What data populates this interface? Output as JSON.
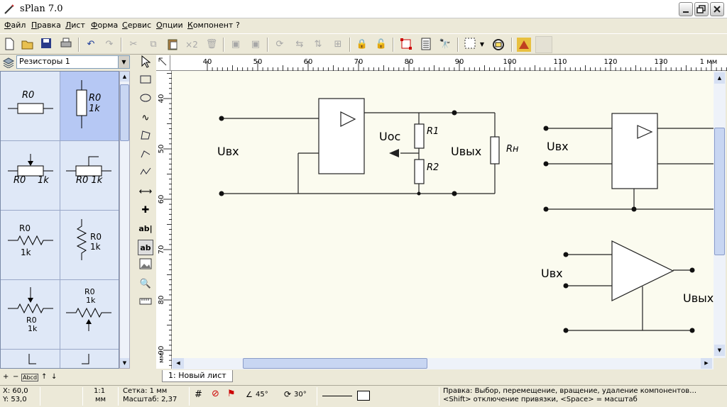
{
  "app": {
    "title": "sPlan 7.0"
  },
  "menu": [
    "Файл",
    "Правка",
    "Лист",
    "Форма",
    "Сервис",
    "Опции",
    "Компонент",
    "?"
  ],
  "toolbar": {
    "icons": [
      "new-icon",
      "open-icon",
      "save-icon",
      "print-icon",
      "undo-icon",
      "redo-icon",
      "cut-icon",
      "copy-icon",
      "paste-icon",
      "duplicate-icon",
      "delete-icon",
      "to-front-icon",
      "to-back-icon",
      "rotate-icon",
      "mirror-h-icon",
      "mirror-v-icon",
      "group-icon",
      "lock-icon",
      "unlock-icon",
      "fit-icon",
      "list-icon",
      "find-icon",
      "grid-icon",
      "zoom-icon",
      "color-icon"
    ],
    "dup_label": "×2"
  },
  "library": {
    "selected": "Резисторы 1"
  },
  "palette": {
    "labels": {
      "r0": "R0",
      "r0_1k_a": "R0",
      "r0_1k_b": "1k",
      "pot1_a": "R0",
      "pot1_b": "1k",
      "pot2": "R0 1k",
      "zig_a": "R0",
      "zig_b": "1k",
      "zigv_a": "R0",
      "zigv_b": "1k",
      "zpot_a": "R0",
      "zpot_b": "1k",
      "zpot2_a": "R0",
      "zpot2_b": "1k"
    },
    "footer": "Abcd"
  },
  "ruler": {
    "h": [
      "40",
      "50",
      "60",
      "70",
      "80",
      "90",
      "100",
      "110",
      "120",
      "130",
      "1 мм"
    ],
    "v": [
      "40",
      "50",
      "60",
      "70",
      "80",
      "90"
    ],
    "v_unit": "мм"
  },
  "schematic": {
    "uin": "Uвх",
    "uout": "Uвых",
    "uos": "Uос",
    "r1": "R1",
    "r2": "R2",
    "rn": "Rн"
  },
  "tabs": [
    {
      "label": "1: Новый лист"
    }
  ],
  "status": {
    "x": "X: 60,0",
    "y": "Y: 53,0",
    "scale_a": "1:1",
    "scale_b": "мм",
    "grid": "Сетка: 1 мм",
    "zoom": "Масштаб:  2,37",
    "angle1": "45°",
    "angle2": "30°",
    "hint1": "Правка: Выбор, перемещение, вращение, удаление компонентов…",
    "hint2": "<Shift> отключение привязки, <Space> = масштаб"
  }
}
